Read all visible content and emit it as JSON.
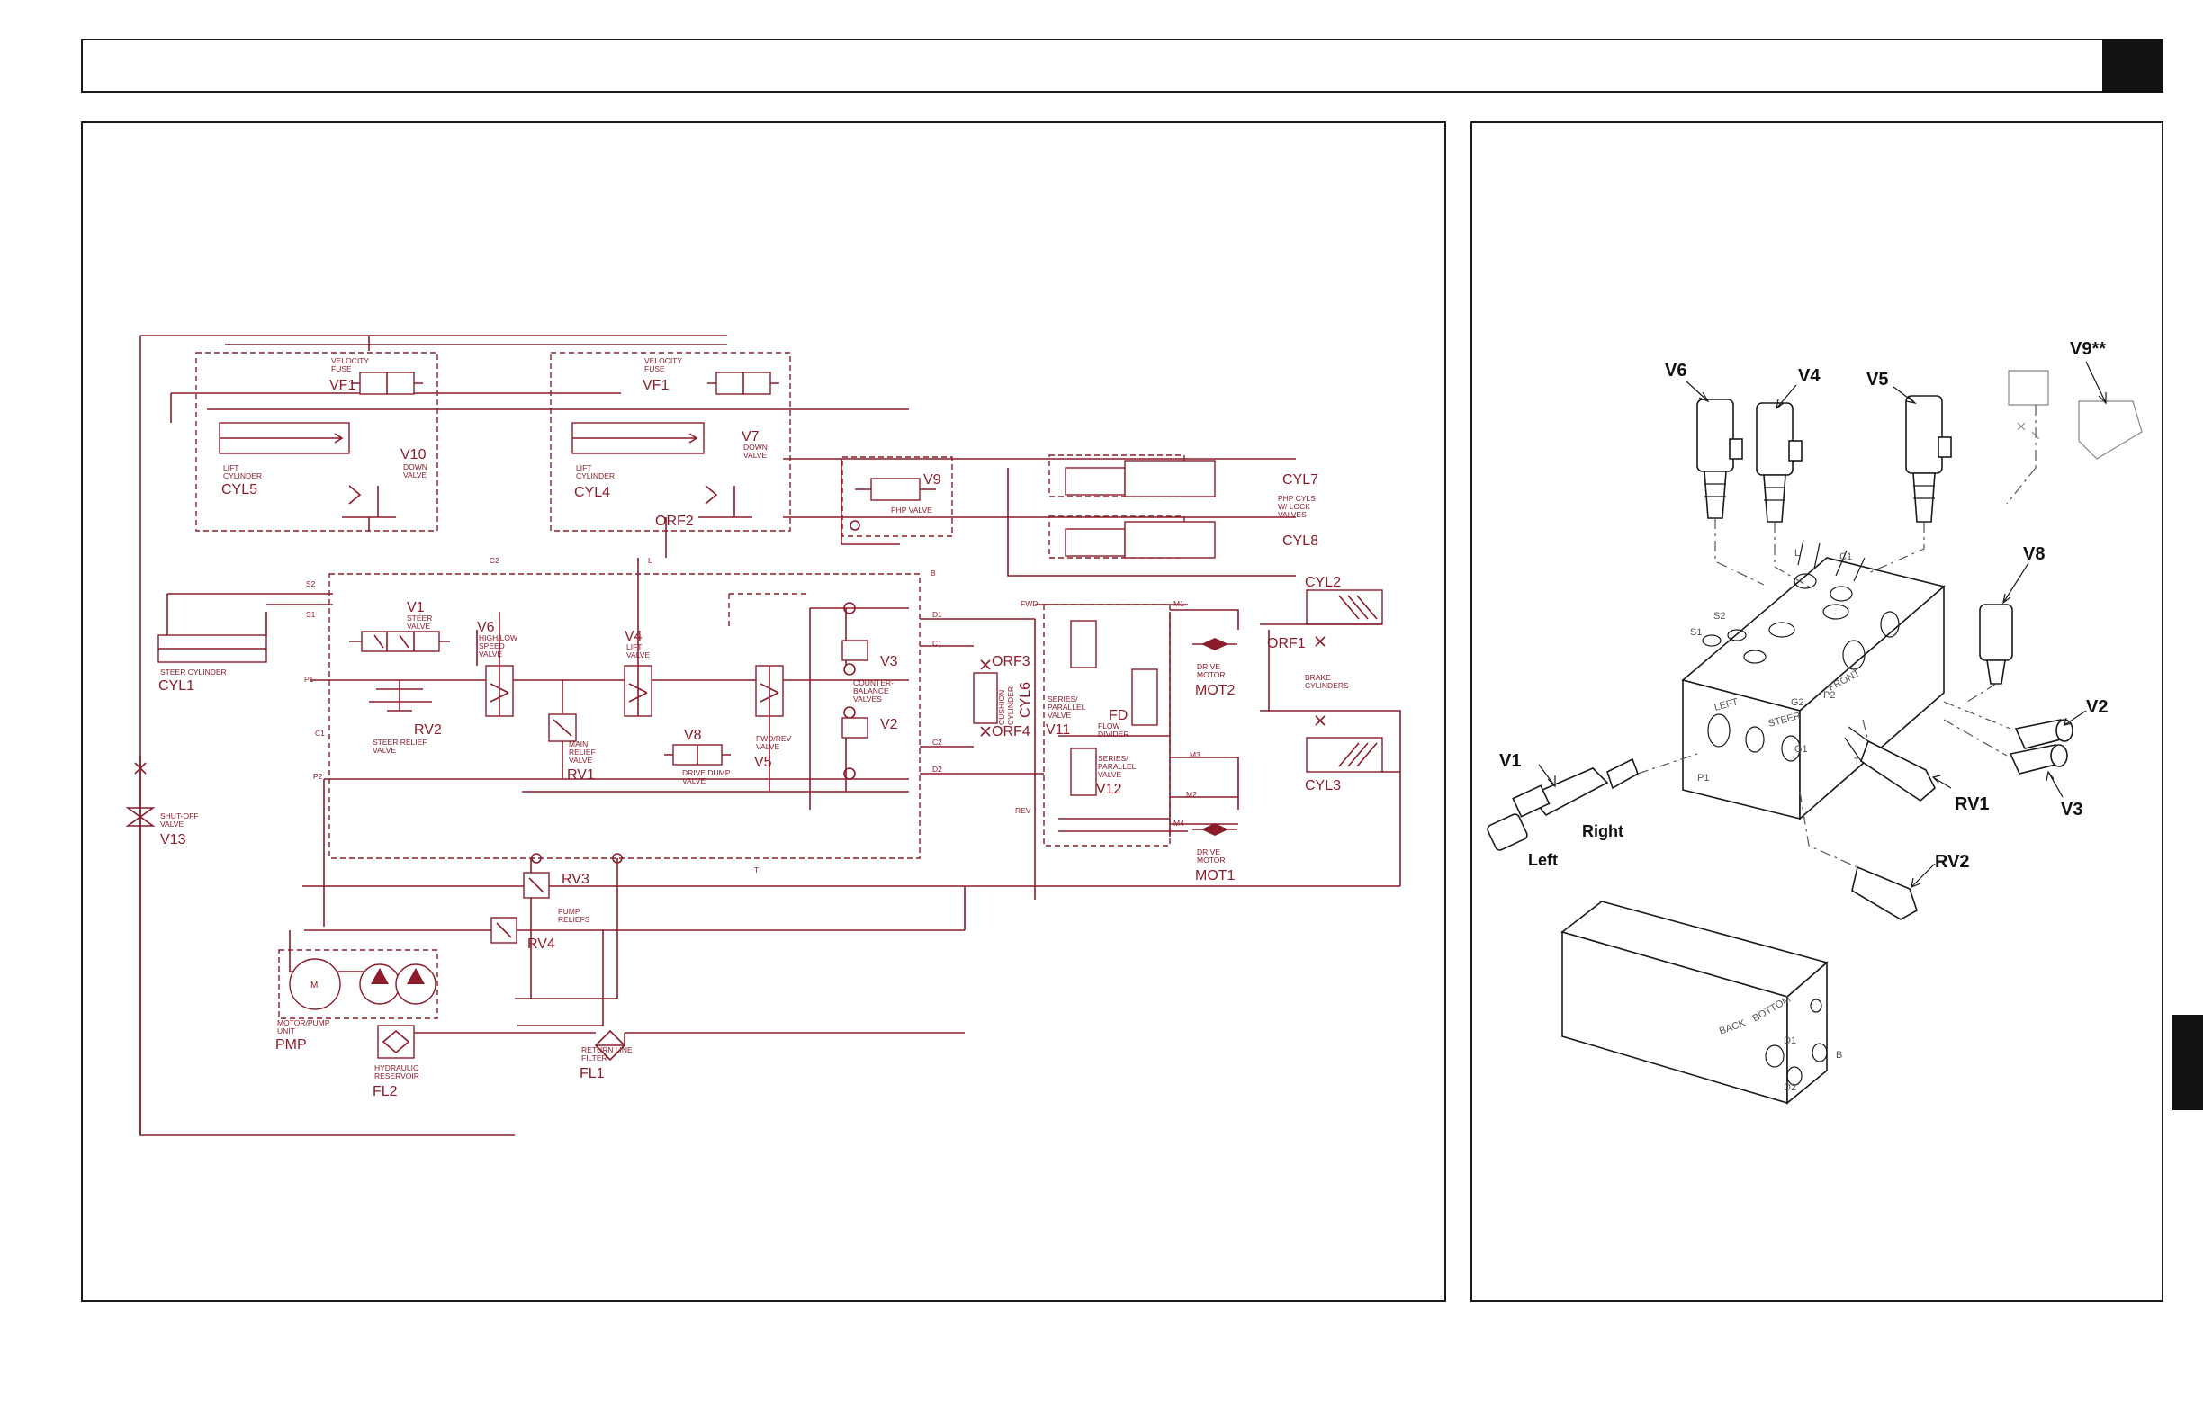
{
  "schematic": {
    "components": {
      "vf1a": {
        "l1": "VELOCITY",
        "l2": "FUSE",
        "id": "VF1"
      },
      "vf1b": {
        "l1": "VELOCITY",
        "l2": "FUSE",
        "id": "VF1"
      },
      "cyl5": {
        "l1": "LIFT",
        "l2": "CYLINDER",
        "id": "CYL5"
      },
      "cyl4": {
        "l1": "LIFT",
        "l2": "CYLINDER",
        "id": "CYL4"
      },
      "v10": {
        "id": "V10",
        "l1": "DOWN",
        "l2": "VALVE"
      },
      "v7": {
        "id": "V7",
        "l1": "DOWN",
        "l2": "VALVE"
      },
      "orf2": {
        "id": "ORF2"
      },
      "v9": {
        "id": "V9",
        "l1": "PHP VALVE"
      },
      "cyl7": {
        "id": "CYL7"
      },
      "cyl8": {
        "id": "CYL8"
      },
      "phpcyls": {
        "l1": "PHP CYLS",
        "l2": "W/ LOCK",
        "l3": "VALVES"
      },
      "cyl2": {
        "id": "CYL2"
      },
      "cyl3": {
        "id": "CYL3"
      },
      "orf1": {
        "id": "ORF1"
      },
      "brake": {
        "l1": "BRAKE",
        "l2": "CYLINDERS"
      },
      "cyl1": {
        "l1": "STEER CYLINDER",
        "id": "CYL1"
      },
      "v1": {
        "id": "V1",
        "l1": "STEER",
        "l2": "VALVE"
      },
      "rv2": {
        "id": "RV2",
        "l1": "STEER RELIEF",
        "l2": "VALVE"
      },
      "v6": {
        "id": "V6",
        "l1": "HIGH/LOW",
        "l2": "SPEED",
        "l3": "VALVE"
      },
      "v4": {
        "id": "V4",
        "l1": "LIFT",
        "l2": "VALVE"
      },
      "rv1": {
        "l1": "MAIN",
        "l2": "RELIEF",
        "l3": "VALVE",
        "id": "RV1"
      },
      "v8": {
        "id": "V8",
        "l1": "DRIVE DUMP",
        "l2": "VALVE"
      },
      "v5": {
        "l1": "FWD/REV",
        "l2": "VALVE",
        "id": "V5"
      },
      "v3": {
        "id": "V3"
      },
      "v2": {
        "id": "V2"
      },
      "cbv": {
        "l1": "COUNTER-",
        "l2": "BALANCE",
        "l3": "VALVES"
      },
      "orf3": {
        "id": "ORF3"
      },
      "orf4": {
        "id": "ORF4"
      },
      "cyl6": {
        "l1": "CUSHION",
        "l2": "CYLINDER",
        "id": "CYL6"
      },
      "v11": {
        "l1": "SERIES/",
        "l2": "PARALLEL",
        "l3": "VALVE",
        "id": "V11"
      },
      "fd": {
        "id": "FD",
        "l1": "FLOW",
        "l2": "DIVIDER"
      },
      "v12": {
        "l1": "SERIES/",
        "l2": "PARALLEL",
        "l3": "VALVE",
        "id": "V12"
      },
      "mot2": {
        "l1": "DRIVE",
        "l2": "MOTOR",
        "id": "MOT2"
      },
      "mot1": {
        "l1": "DRIVE",
        "l2": "MOTOR",
        "id": "MOT1"
      },
      "v13": {
        "l1": "SHUT-OFF",
        "l2": "VALVE",
        "id": "V13"
      },
      "rv3": {
        "id": "RV3"
      },
      "rv4": {
        "id": "RV4"
      },
      "pumprel": {
        "l1": "PUMP",
        "l2": "RELIEFS"
      },
      "pmp": {
        "m": "M",
        "l1": "MOTOR/PUMP",
        "l2": "UNIT",
        "id": "PMP"
      },
      "fl2": {
        "l1": "HYDRAULIC",
        "l2": "RESERVOIR",
        "id": "FL2"
      },
      "fl1": {
        "l1": "RETURN LINE",
        "l2": "FILTER",
        "id": "FL1"
      }
    },
    "ports": {
      "s2": "S2",
      "s1": "S1",
      "p1": "P1",
      "c1": "C1",
      "p2": "P2",
      "c2": "C2",
      "l": "L",
      "b": "B",
      "d1": "D1",
      "c1r": "C1",
      "c2r": "C2",
      "d2": "D2",
      "fwd": "FWD",
      "rev": "REV",
      "m1": "M1",
      "m2": "M2",
      "m3": "M3",
      "m4": "M4",
      "t": "T"
    }
  },
  "manifold": {
    "callouts": {
      "v6": "V6",
      "v4": "V4",
      "v5": "V5",
      "v9": "V9**",
      "v8": "V8",
      "v2": "V2",
      "v3": "V3",
      "v1": "V1",
      "rv1": "RV1",
      "rv2": "RV2",
      "right": "Right",
      "left": "Left"
    },
    "stamps": {
      "l": "L",
      "c1": "C1",
      "s1": "S1",
      "s2": "S2",
      "left": "LEFT",
      "steer": "STEER",
      "front": "FRONT",
      "g2": "G2",
      "g1": "G1",
      "p2": "P2",
      "p1": "P1",
      "t": "T",
      "back": "BACK",
      "bottom": "BOTTOM",
      "d1": "D1",
      "d2": "D2",
      "b": "B"
    }
  }
}
